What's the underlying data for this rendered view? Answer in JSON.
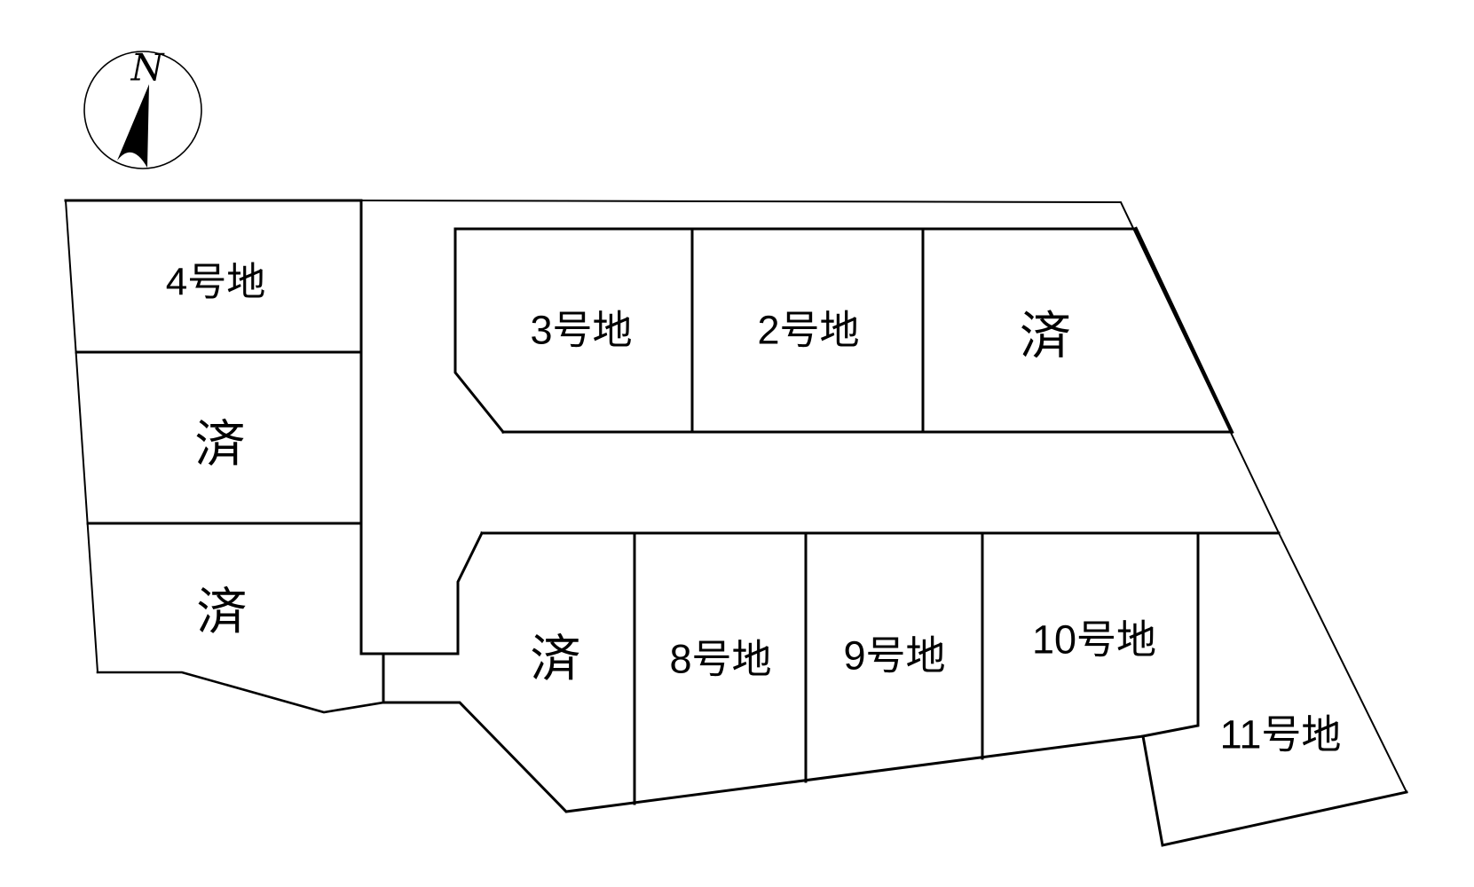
{
  "compass": {
    "north_label": "N"
  },
  "lots": {
    "left_column": [
      {
        "label": "4号地"
      },
      {
        "label": "済"
      },
      {
        "label": "済"
      }
    ],
    "top_row": [
      {
        "label": "3号地"
      },
      {
        "label": "2号地"
      },
      {
        "label": "済"
      }
    ],
    "bottom_row": [
      {
        "label": "済"
      },
      {
        "label": "8号地"
      },
      {
        "label": "9号地"
      },
      {
        "label": "10号地"
      },
      {
        "label": "11号地"
      }
    ]
  },
  "colors": {
    "line": "#000000",
    "background": "#ffffff",
    "text": "#000000"
  }
}
